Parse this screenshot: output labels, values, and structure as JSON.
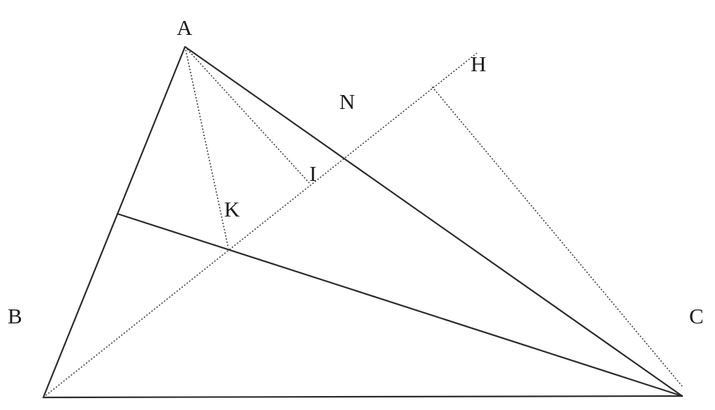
{
  "diagram": {
    "points": {
      "A": "A",
      "B": "B",
      "C": "C",
      "H": "H",
      "N": "N",
      "I": "I",
      "K": "K"
    },
    "colors": {
      "background": "#ffffff",
      "stroke": "#2a2a2a",
      "label": "#1a1a1a"
    }
  }
}
